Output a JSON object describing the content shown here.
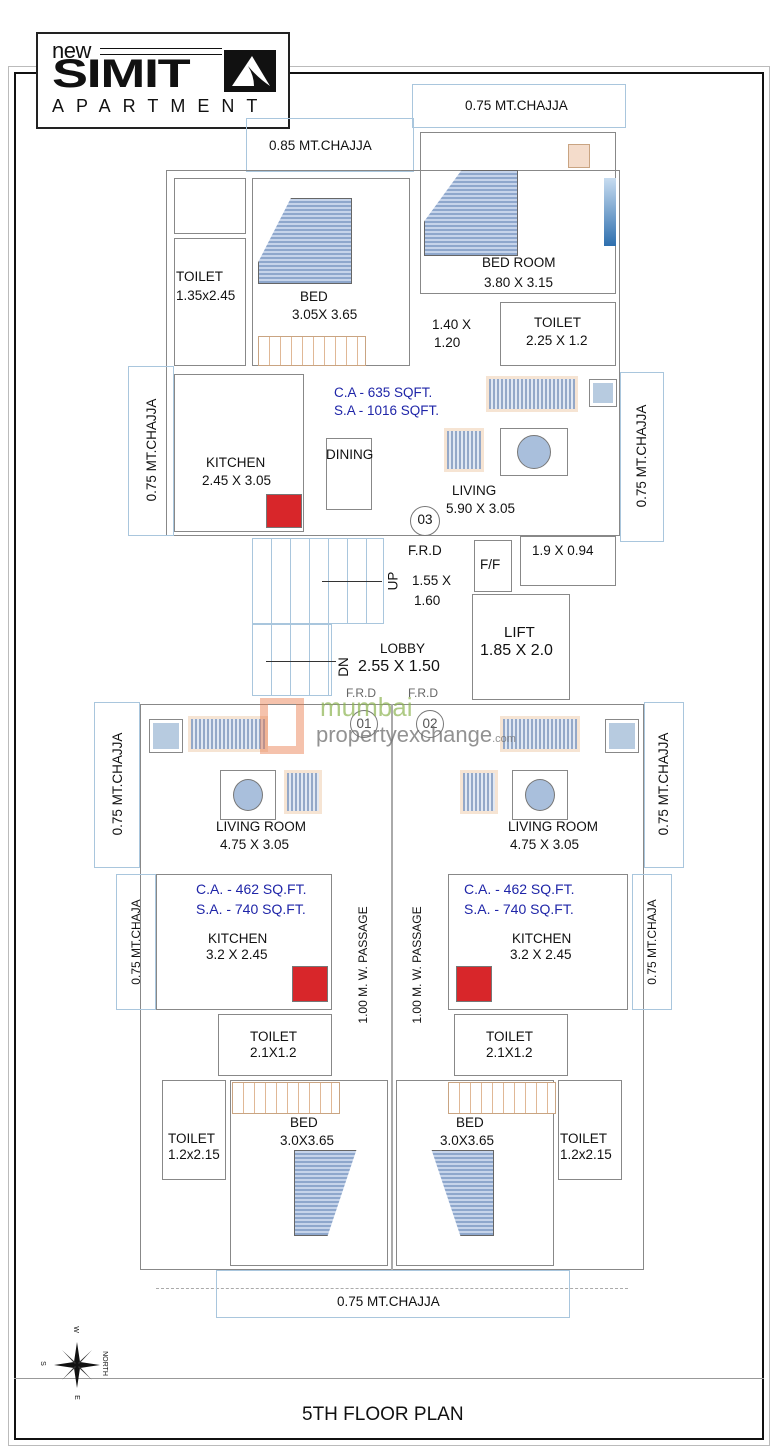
{
  "logo": {
    "prefix": "new",
    "name": "SIMIT",
    "subtitle": "APARTMENT"
  },
  "plan_title": "5TH FLOOR PLAN",
  "watermark": {
    "line1": "mumbai",
    "line2": "propertyexchange",
    "suffix": ".com"
  },
  "compass": {
    "north": "NORTH",
    "south": "S",
    "east": "E",
    "west": "W"
  },
  "chajjas": {
    "top_left": "0.85 MT.CHAJJA",
    "top_right": "0.75 MT.CHAJJA",
    "flat03_left": "0.75 MT.CHAJJA",
    "flat03_right": "0.75 MT.CHAJJA",
    "flat01_left": "0.75 MT.CHAJJA",
    "flat02_right": "0.75 MT.CHAJJA",
    "flat01_kitchen": "0.75 MT.CHAJA",
    "flat02_kitchen": "0.75 MT.CHAJA",
    "bottom": "0.75 MT.CHAJJA"
  },
  "flat03": {
    "number": "03",
    "carpet_area": "C.A -   635 SQFT.",
    "saleable_area": "S.A  - 1016 SQFT.",
    "rooms": {
      "toilet1": {
        "name": "TOILET",
        "size": "1.35x2.45"
      },
      "bed": {
        "name": "BED",
        "size": "3.05X 3.65"
      },
      "bedroom": {
        "name": "BED ROOM",
        "size": "3.80 X 3.15"
      },
      "passage": {
        "size_line1": "1.40 X",
        "size_line2": "1.20"
      },
      "toilet2": {
        "name": "TOILET",
        "size": "2.25 X 1.2"
      },
      "kitchen": {
        "name": "KITCHEN",
        "size": "2.45 X 3.05"
      },
      "dining": {
        "name": "DINING"
      },
      "living": {
        "name": "LIVING",
        "size": "5.90 X 3.05"
      },
      "utility": {
        "size": "1.9 X 0.94"
      }
    }
  },
  "core": {
    "frd_top": "F.R.D",
    "ff": "F/F",
    "up": "UP",
    "landing": {
      "size_line1": "1.55 X",
      "size_line2": "1.60"
    },
    "lobby": {
      "name": "LOBBY",
      "size": "2.55 X 1.50"
    },
    "dn": "DN",
    "lift": {
      "name": "LIFT",
      "size": "1.85 X 2.0"
    },
    "frd_left": "F.R.D",
    "frd_right": "F.R.D"
  },
  "flat01": {
    "number": "01",
    "carpet_area": "C.A. - 462 SQ.FT.",
    "saleable_area": "S.A. - 740 SQ.FT.",
    "rooms": {
      "living": {
        "name": "LIVING ROOM",
        "size": "4.75 X 3.05"
      },
      "kitchen": {
        "name": "KITCHEN",
        "size": "3.2 X 2.45"
      },
      "toilet1": {
        "name": "TOILET",
        "size": "2.1X1.2"
      },
      "bed": {
        "name": "BED",
        "size": "3.0X3.65"
      },
      "toilet2": {
        "name": "TOILET",
        "size": "1.2x2.15"
      }
    },
    "passage": "1.00 M. W. PASSAGE"
  },
  "flat02": {
    "number": "02",
    "carpet_area": "C.A. - 462 SQ.FT.",
    "saleable_area": "S.A. - 740 SQ.FT.",
    "rooms": {
      "living": {
        "name": "LIVING ROOM",
        "size": "4.75 X 3.05"
      },
      "kitchen": {
        "name": "KITCHEN",
        "size": "3.2 X 2.45"
      },
      "toilet1": {
        "name": "TOILET",
        "size": "2.1X1.2"
      },
      "bed": {
        "name": "BED",
        "size": "3.0X3.65"
      },
      "toilet2": {
        "name": "TOILET",
        "size": "1.2x2.15"
      }
    },
    "passage": "1.00 M. W. PASSAGE"
  },
  "colors": {
    "area_text": "#1f25a8",
    "fridge": "#d8262a",
    "chajja_line": "#a9c6dd",
    "wardrobe": "#e0b896",
    "bed_fill": "#8ea7cc"
  }
}
